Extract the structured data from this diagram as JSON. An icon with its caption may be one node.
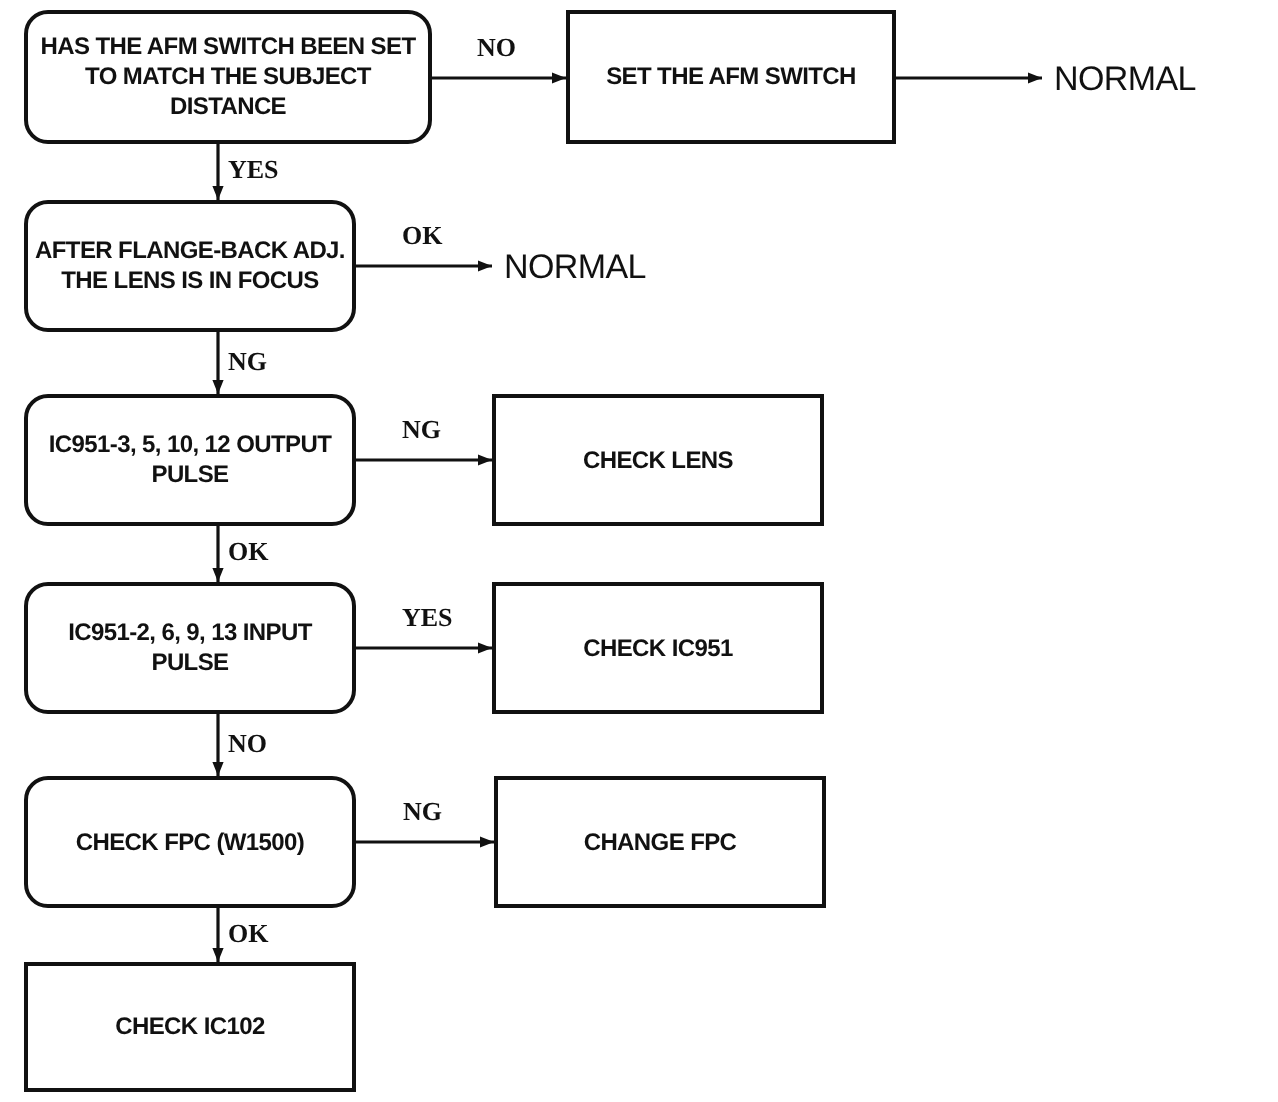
{
  "diagram": {
    "nodes": [
      {
        "text": [
          "HAS THE AFM SWITCH BEEN SET TO MATCH THE SUBJECT DISTANCE"
        ]
      },
      {
        "text": [
          "SET THE AFM SWITCH"
        ]
      },
      {
        "text": [
          "NORMAL"
        ]
      },
      {
        "text": [
          "AFTER FLANGE-BACK ADJ. THE LENS IS IN FOCUS"
        ]
      },
      {
        "text": [
          "NORMAL"
        ]
      },
      {
        "text": [
          "IC951-3, 5, 10, 12 OUTPUT PULSE"
        ]
      },
      {
        "text": [
          "CHECK LENS"
        ]
      },
      {
        "text": [
          "IC951-2, 6, 9, 13 INPUT PULSE"
        ]
      },
      {
        "text": [
          "CHECK IC951"
        ]
      },
      {
        "text": [
          "CHECK FPC (W1500)"
        ]
      },
      {
        "text": [
          "CHANGE FPC"
        ]
      },
      {
        "text": [
          "CHECK IC102"
        ]
      }
    ],
    "edges": [
      {
        "from": 0,
        "to": 1,
        "arrow": "to",
        "label": "NO"
      },
      {
        "from": 1,
        "to": 2,
        "arrow": "to"
      },
      {
        "from": 0,
        "to": 3,
        "arrow": "to",
        "label": "YES"
      },
      {
        "from": 3,
        "to": 4,
        "arrow": "to",
        "label": "OK"
      },
      {
        "from": 3,
        "to": 5,
        "arrow": "to",
        "label": "NG"
      },
      {
        "from": 5,
        "to": 6,
        "arrow": "to",
        "label": "NG"
      },
      {
        "from": 5,
        "to": 7,
        "arrow": "to",
        "label": "OK"
      },
      {
        "from": 7,
        "to": 8,
        "arrow": "to",
        "label": "YES"
      },
      {
        "from": 7,
        "to": 9,
        "arrow": "to",
        "label": "NO"
      },
      {
        "from": 9,
        "to": 10,
        "arrow": "to",
        "label": "NG"
      },
      {
        "from": 9,
        "to": 11,
        "arrow": "to",
        "label": "OK"
      }
    ]
  }
}
